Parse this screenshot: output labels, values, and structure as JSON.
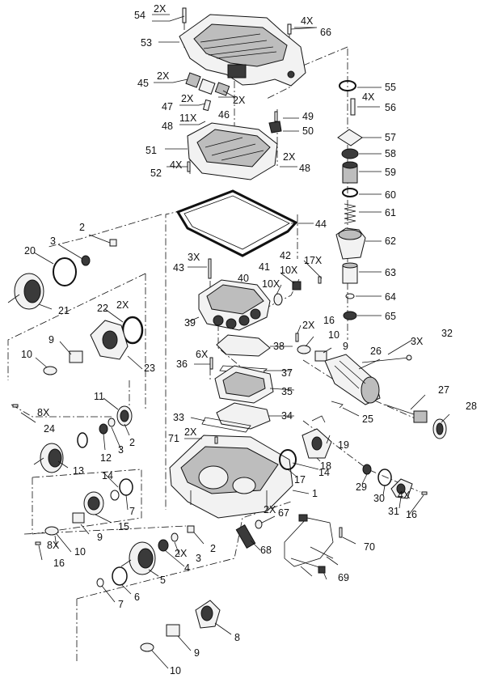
{
  "callouts": [
    {
      "id": "c54",
      "text": "54"
    },
    {
      "id": "c54q",
      "text": "2X"
    },
    {
      "id": "c53",
      "text": "53"
    },
    {
      "id": "c66",
      "text": "66"
    },
    {
      "id": "c66q",
      "text": "4X"
    },
    {
      "id": "c45",
      "text": "45"
    },
    {
      "id": "c45q",
      "text": "2X"
    },
    {
      "id": "c46",
      "text": "46"
    },
    {
      "id": "c46q",
      "text": "2X"
    },
    {
      "id": "c47",
      "text": "47"
    },
    {
      "id": "c47q",
      "text": "2X"
    },
    {
      "id": "c48a",
      "text": "48"
    },
    {
      "id": "c48aq",
      "text": "11X"
    },
    {
      "id": "c49",
      "text": "49"
    },
    {
      "id": "c50",
      "text": "50"
    },
    {
      "id": "c51",
      "text": "51"
    },
    {
      "id": "c52",
      "text": "52"
    },
    {
      "id": "c52q",
      "text": "4X"
    },
    {
      "id": "c48b",
      "text": "48"
    },
    {
      "id": "c48bq",
      "text": "2X"
    },
    {
      "id": "c55",
      "text": "55"
    },
    {
      "id": "c56",
      "text": "56"
    },
    {
      "id": "c56q",
      "text": "4X"
    },
    {
      "id": "c57",
      "text": "57"
    },
    {
      "id": "c58",
      "text": "58"
    },
    {
      "id": "c59",
      "text": "59"
    },
    {
      "id": "c60",
      "text": "60"
    },
    {
      "id": "c61",
      "text": "61"
    },
    {
      "id": "c62",
      "text": "62"
    },
    {
      "id": "c63",
      "text": "63"
    },
    {
      "id": "c64",
      "text": "64"
    },
    {
      "id": "c65",
      "text": "65"
    },
    {
      "id": "c44",
      "text": "44"
    },
    {
      "id": "c2a",
      "text": "2"
    },
    {
      "id": "c3a",
      "text": "3"
    },
    {
      "id": "c20",
      "text": "20"
    },
    {
      "id": "c21",
      "text": "21"
    },
    {
      "id": "c22",
      "text": "22"
    },
    {
      "id": "c22q",
      "text": "2X"
    },
    {
      "id": "c9a",
      "text": "9"
    },
    {
      "id": "c10a",
      "text": "10"
    },
    {
      "id": "c23",
      "text": "23"
    },
    {
      "id": "c43",
      "text": "43"
    },
    {
      "id": "c43q",
      "text": "3X"
    },
    {
      "id": "c42",
      "text": "42"
    },
    {
      "id": "c42q",
      "text": "17X"
    },
    {
      "id": "c41",
      "text": "41"
    },
    {
      "id": "c41q",
      "text": "10X"
    },
    {
      "id": "c40",
      "text": "40"
    },
    {
      "id": "c40q",
      "text": "10X"
    },
    {
      "id": "c39",
      "text": "39"
    },
    {
      "id": "c16a",
      "text": "16"
    },
    {
      "id": "c16aq",
      "text": "2X"
    },
    {
      "id": "c10b",
      "text": "10"
    },
    {
      "id": "c9b",
      "text": "9"
    },
    {
      "id": "c32",
      "text": "32"
    },
    {
      "id": "c32q",
      "text": "3X"
    },
    {
      "id": "c26",
      "text": "26"
    },
    {
      "id": "c38",
      "text": "38"
    },
    {
      "id": "c36",
      "text": "36"
    },
    {
      "id": "c36q",
      "text": "6X"
    },
    {
      "id": "c37",
      "text": "37"
    },
    {
      "id": "c35",
      "text": "35"
    },
    {
      "id": "c27",
      "text": "27"
    },
    {
      "id": "c28",
      "text": "28"
    },
    {
      "id": "c8a",
      "text": "8X"
    },
    {
      "id": "c24",
      "text": "24"
    },
    {
      "id": "c11",
      "text": "11"
    },
    {
      "id": "c25",
      "text": "25"
    },
    {
      "id": "c33",
      "text": "33"
    },
    {
      "id": "c34",
      "text": "34"
    },
    {
      "id": "c71",
      "text": "71"
    },
    {
      "id": "c71q",
      "text": "2X"
    },
    {
      "id": "c2b",
      "text": "2"
    },
    {
      "id": "c12",
      "text": "12"
    },
    {
      "id": "c3b",
      "text": "3"
    },
    {
      "id": "c13",
      "text": "13"
    },
    {
      "id": "c14a",
      "text": "14"
    },
    {
      "id": "c19",
      "text": "19"
    },
    {
      "id": "c18",
      "text": "18"
    },
    {
      "id": "c14b",
      "text": "14"
    },
    {
      "id": "c17",
      "text": "17"
    },
    {
      "id": "c29",
      "text": "29"
    },
    {
      "id": "c30",
      "text": "30"
    },
    {
      "id": "c31",
      "text": "31"
    },
    {
      "id": "c16b",
      "text": "16"
    },
    {
      "id": "c16bq",
      "text": "4X"
    },
    {
      "id": "c7a",
      "text": "7"
    },
    {
      "id": "c15",
      "text": "15"
    },
    {
      "id": "c1",
      "text": "1"
    },
    {
      "id": "c67",
      "text": "67"
    },
    {
      "id": "c67q",
      "text": "2X"
    },
    {
      "id": "c9c",
      "text": "9"
    },
    {
      "id": "c8b",
      "text": "8X"
    },
    {
      "id": "c10c",
      "text": "10"
    },
    {
      "id": "c16c",
      "text": "16"
    },
    {
      "id": "c68",
      "text": "68"
    },
    {
      "id": "c70",
      "text": "70"
    },
    {
      "id": "c2c",
      "text": "2"
    },
    {
      "id": "c4",
      "text": "4"
    },
    {
      "id": "c4q",
      "text": "2X"
    },
    {
      "id": "c3c",
      "text": "3"
    },
    {
      "id": "c5",
      "text": "5"
    },
    {
      "id": "c69",
      "text": "69"
    },
    {
      "id": "c6",
      "text": "6"
    },
    {
      "id": "c7b",
      "text": "7"
    },
    {
      "id": "c8",
      "text": "8"
    },
    {
      "id": "c9d",
      "text": "9"
    },
    {
      "id": "c10d",
      "text": "10"
    }
  ]
}
